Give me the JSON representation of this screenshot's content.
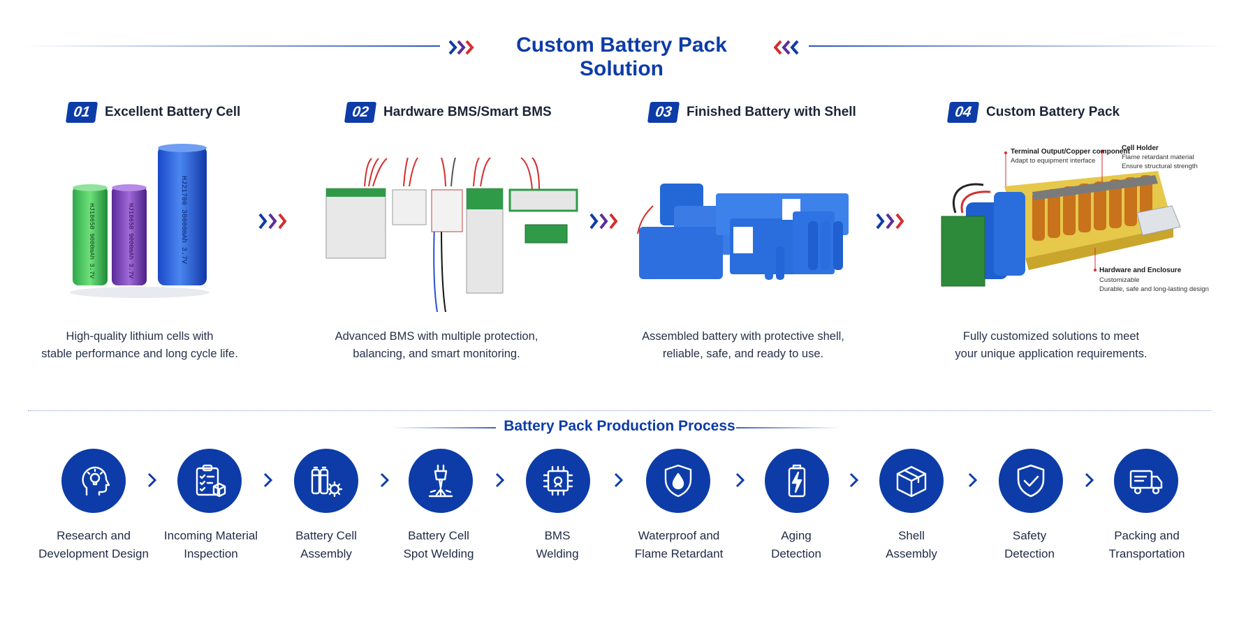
{
  "header": {
    "title": "Custom Battery Pack Solution"
  },
  "steps": [
    {
      "number": "01",
      "title": "Excellent Battery Cell",
      "desc_line1": "High-quality lithium cells with",
      "desc_line2": "stable performance and long cycle life."
    },
    {
      "number": "02",
      "title": "Hardware BMS/Smart BMS",
      "desc_line1": "Advanced BMS with multiple protection,",
      "desc_line2": "balancing, and smart monitoring."
    },
    {
      "number": "03",
      "title": "Finished Battery with Shell",
      "desc_line1": "Assembled battery with protective shell,",
      "desc_line2": "reliable, safe, and ready to use."
    },
    {
      "number": "04",
      "title": "Custom Battery Pack",
      "desc_line1": "Fully customized solutions to meet",
      "desc_line2": "your unique application requirements."
    }
  ],
  "pack_callouts": {
    "terminal_title": "Terminal Output/Copper component",
    "terminal_sub": "Adapt to equipment interface",
    "holder_title": "Cell Holder",
    "holder_sub1": "Flame retardant material",
    "holder_sub2": "Ensure structural strength",
    "hardware_title": "Hardware and Enclosure",
    "hardware_sub1": "Customizable",
    "hardware_sub2": "Durable, safe and long-lasting design"
  },
  "process": {
    "title": "Battery Pack Production Process",
    "steps": [
      {
        "line1": "Research and",
        "line2": "Development Design",
        "icon": "head-lightbulb-icon"
      },
      {
        "line1": "Incoming Material",
        "line2": "Inspection",
        "icon": "clipboard-box-icon"
      },
      {
        "line1": "Battery Cell",
        "line2": "Assembly",
        "icon": "cells-gear-icon"
      },
      {
        "line1": "Battery Cell",
        "line2": "Spot Welding",
        "icon": "welding-icon"
      },
      {
        "line1": "BMS",
        "line2": "Welding",
        "icon": "chip-icon"
      },
      {
        "line1": "Waterproof and",
        "line2": "Flame Retardant",
        "icon": "shield-drop-icon"
      },
      {
        "line1": "Aging",
        "line2": "Detection",
        "icon": "battery-bolt-icon"
      },
      {
        "line1": "Shell",
        "line2": "Assembly",
        "icon": "box-icon"
      },
      {
        "line1": "Safety",
        "line2": "Detection",
        "icon": "shield-check-icon"
      },
      {
        "line1": "Packing and",
        "line2": "Transportation",
        "icon": "truck-icon"
      }
    ]
  },
  "colors": {
    "brand_blue": "#0d3ca8",
    "accent_red": "#d32f2f",
    "accent_purple": "#5b2d9a"
  }
}
